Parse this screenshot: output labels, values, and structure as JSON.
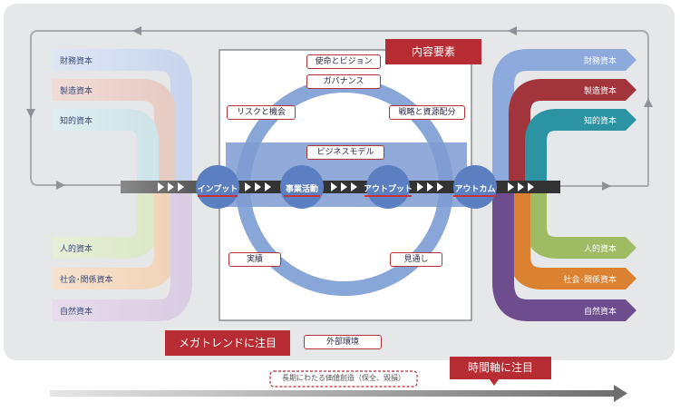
{
  "left_capitals": {
    "financial": "財務資本",
    "manufactured": "製造資本",
    "intellectual": "知的資本",
    "human": "人的資本",
    "social": "社会･関係資本",
    "natural": "自然資本"
  },
  "right_capitals": {
    "financial": "財務資本",
    "manufactured": "製造資本",
    "intellectual": "知的資本",
    "human": "人的資本",
    "social": "社会･関係資本",
    "natural": "自然資本"
  },
  "center": {
    "mission_vision": "使命とビジョン",
    "governance": "ガバナンス",
    "risk_opportunity": "リスクと機会",
    "strategy_allocation": "戦略と資源配分",
    "business_model": "ビジネスモデル",
    "performance": "実績",
    "outlook": "見通し",
    "external_environment": "外部環境"
  },
  "flow": {
    "input": "インプット",
    "business_activities": "事業活動",
    "output": "アウトプット",
    "outcome": "アウトカム"
  },
  "tags": {
    "content_elements": "内容要素",
    "megatrend": "メガトレンドに注目",
    "time_axis": "時間軸に注目"
  },
  "long_term_value": "長期にわたる価値創造（保全、毀損）",
  "colors": {
    "accent_red": "#b72c32",
    "flow_blue": "#5b7fc0",
    "financial": "#7f9fd6",
    "manufactured": "#9a2b33",
    "intellectual": "#1f8a99",
    "human": "#95b45a",
    "social": "#d97a2a",
    "natural": "#6a4a8a"
  }
}
